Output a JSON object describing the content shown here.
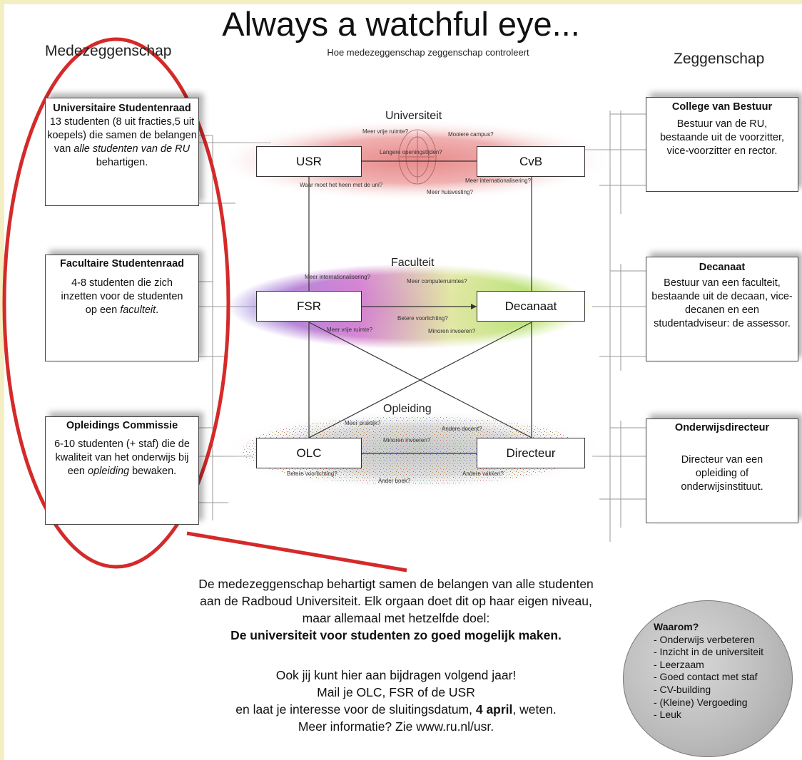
{
  "title": "Always a watchful eye...",
  "subtitle": "Hoe medezeggenschap zeggenschap controleert",
  "left_heading": "Medezeggenschap",
  "right_heading": "Zeggenschap",
  "left_boxes": [
    {
      "title": "Universitaire Studentenraad",
      "line1": "13 studenten (8 uit fracties,5 uit koepels) die samen de belangen van ",
      "em": "alle studenten van de RU",
      "line2": " behartigen."
    },
    {
      "title": "Facultaire Studentenraad",
      "line1": "4-8 studenten die zich inzetten voor de studenten op een ",
      "em": "faculteit",
      "line2": "."
    },
    {
      "title": "Opleidings Commissie",
      "line1": "6-10 studenten (+ staf) die de kwaliteit van het onderwijs bij een ",
      "em": "opleiding",
      "line2": " bewaken."
    }
  ],
  "right_boxes": [
    {
      "title": "College van Bestuur",
      "text": "Bestuur van de RU, bestaande uit de voorzitter, vice-voorzitter en rector."
    },
    {
      "title": "Decanaat",
      "text": "Bestuur van een faculteit, bestaande uit de decaan, vice-decanen en een studentadviseur: de assessor."
    },
    {
      "title": "Onderwijsdirecteur",
      "text": "Directeur van een opleiding of onderwijsinstituut."
    }
  ],
  "levels": [
    {
      "label": "Universiteit",
      "left_node": "USR",
      "right_node": "CvB",
      "questions": [
        "Meer vrije ruimte?",
        "Mooiere campus?",
        "Langere openingstijden?",
        "Waar moet het heen met de uni?",
        "Meer internationalisering?",
        "Meer huisvesting?"
      ]
    },
    {
      "label": "Faculteit",
      "left_node": "FSR",
      "right_node": "Decanaat",
      "questions": [
        "Meer internationalisering?",
        "Meer computerruimtes?",
        "Betere voorlichting?",
        "Meer vrije ruimte?",
        "Minoren invoeren?"
      ]
    },
    {
      "label": "Opleiding",
      "left_node": "OLC",
      "right_node": "Directeur",
      "questions": [
        "Meer praktijk?",
        "Andere docent?",
        "Minoren invoeren?",
        "Betere voorlichting?",
        "Ander boek?",
        "Andere vakken?"
      ]
    }
  ],
  "body": {
    "lines": [
      "De medezeggenschap behartigt samen de belangen van alle studenten",
      "aan de Radboud Universiteit.  Elk orgaan doet dit op haar eigen niveau,",
      "maar allemaal met hetzelfde doel:"
    ],
    "bold_line": "De universiteit voor studenten zo goed mogelijk maken.",
    "cta1": "Ook jij kunt hier aan bijdragen volgend jaar!",
    "cta2": "Mail je OLC, FSR of de USR",
    "cta3_pre": "en laat je interesse voor de sluitingsdatum, ",
    "cta3_bold": "4 april",
    "cta3_post": ", weten.",
    "cta4": "Meer informatie? Zie www.ru.nl/usr."
  },
  "waarom": {
    "title": "Waarom?",
    "items": [
      "- Onderwijs verbeteren",
      "- Inzicht in de universiteit",
      "- Leerzaam",
      "- Goed contact met staf",
      "- CV-building",
      "- (Kleine) Vergoeding",
      "- Leuk"
    ]
  },
  "colors": {
    "background": "#f3efc2",
    "highlight": "#d42a2a"
  }
}
